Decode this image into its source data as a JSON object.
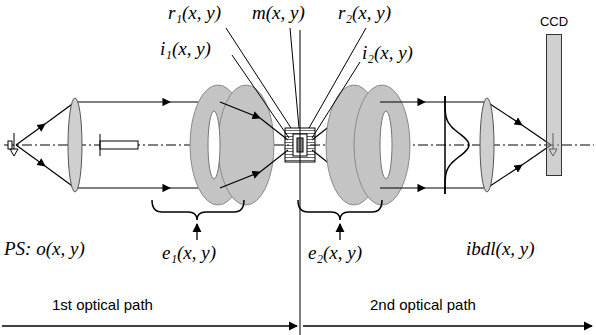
{
  "diagram": {
    "nodes": [
      {
        "text": [
          "CCD"
        ]
      }
    ],
    "labels": [
      "r₁(x, y)",
      "m(x, y)",
      "r₂(x, y)",
      "i₁(x, y)",
      "i₂(x, y)",
      "PS: o(x, y)",
      "e₁(x, y)",
      "e₂(x, y)",
      "ibdl(x, y)",
      "1st optical path",
      "2nd optical path"
    ]
  }
}
